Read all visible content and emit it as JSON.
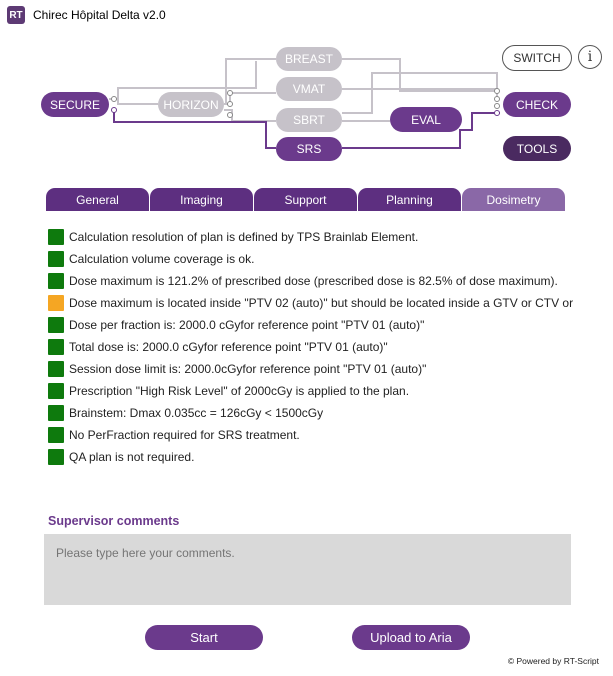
{
  "window": {
    "title": "Chirec Hôpital Delta v2.0",
    "icon_text": "RT"
  },
  "workflow": {
    "secure": "SECURE",
    "horizon": "HORIZON",
    "breast": "BREAST",
    "vmat": "VMAT",
    "sbrt": "SBRT",
    "srs": "SRS",
    "eval": "EVAL",
    "check": "CHECK",
    "tools": "TOOLS",
    "switch": "SWITCH",
    "info": "i"
  },
  "tabs": [
    "General",
    "Imaging",
    "Support",
    "Planning",
    "Dosimetry"
  ],
  "active_tab": "Dosimetry",
  "colors": {
    "ok": "#0e7a0d",
    "warning": "#f5a623",
    "accent": "#6b3a8c"
  },
  "checks": [
    {
      "status": "ok",
      "text": "Calculation resolution of plan is defined by TPS Brainlab Element."
    },
    {
      "status": "ok",
      "text": "Calculation volume coverage is ok."
    },
    {
      "status": "ok",
      "text": "Dose maximum is 121.2% of prescribed dose (prescribed dose is 82.5% of dose maximum)."
    },
    {
      "status": "warning",
      "text": "Dose maximum is located inside \"PTV 02 (auto)\" but should be located inside a GTV or CTV or"
    },
    {
      "status": "ok",
      "text": "Dose per fraction is: 2000.0 cGyfor reference point \"PTV 01 (auto)\""
    },
    {
      "status": "ok",
      "text": "Total dose is: 2000.0 cGyfor reference point \"PTV 01 (auto)\""
    },
    {
      "status": "ok",
      "text": "Session dose limit is: 2000.0cGyfor reference point \"PTV 01 (auto)\""
    },
    {
      "status": "ok",
      "text": "Prescription \"High Risk Level\" of 2000cGy is applied to the plan."
    },
    {
      "status": "ok",
      "text": "Brainstem: Dmax 0.035cc = 126cGy < 1500cGy"
    },
    {
      "status": "ok",
      "text": "No PerFraction required for SRS treatment."
    },
    {
      "status": "ok",
      "text": "QA plan is not required."
    }
  ],
  "supervisor": {
    "label": "Supervisor comments",
    "placeholder": "Please type here your comments."
  },
  "buttons": {
    "start": "Start",
    "upload": "Upload to Aria"
  },
  "footer": "© Powered by RT-Script"
}
